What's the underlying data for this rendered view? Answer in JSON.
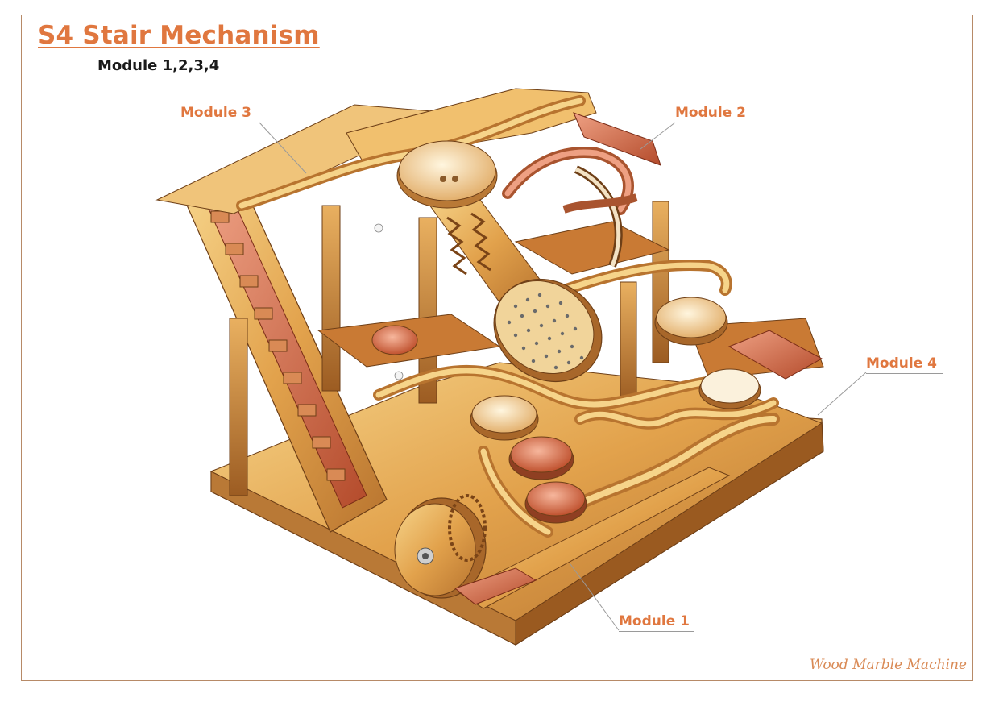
{
  "title": "S4 Stair Mechanism",
  "subtitle": "Module 1,2,3,4",
  "callouts": {
    "module3": "Module 3",
    "module2": "Module 2",
    "module4": "Module 4",
    "module1": "Module 1"
  },
  "footer": "Wood Marble Machine",
  "colors": {
    "accent": "#e0773f",
    "wood_light": "#f2c572",
    "wood_mid": "#dc9a44",
    "wood_dark": "#a8672a",
    "copper": "#c8603e",
    "frame": "#b78a67"
  }
}
